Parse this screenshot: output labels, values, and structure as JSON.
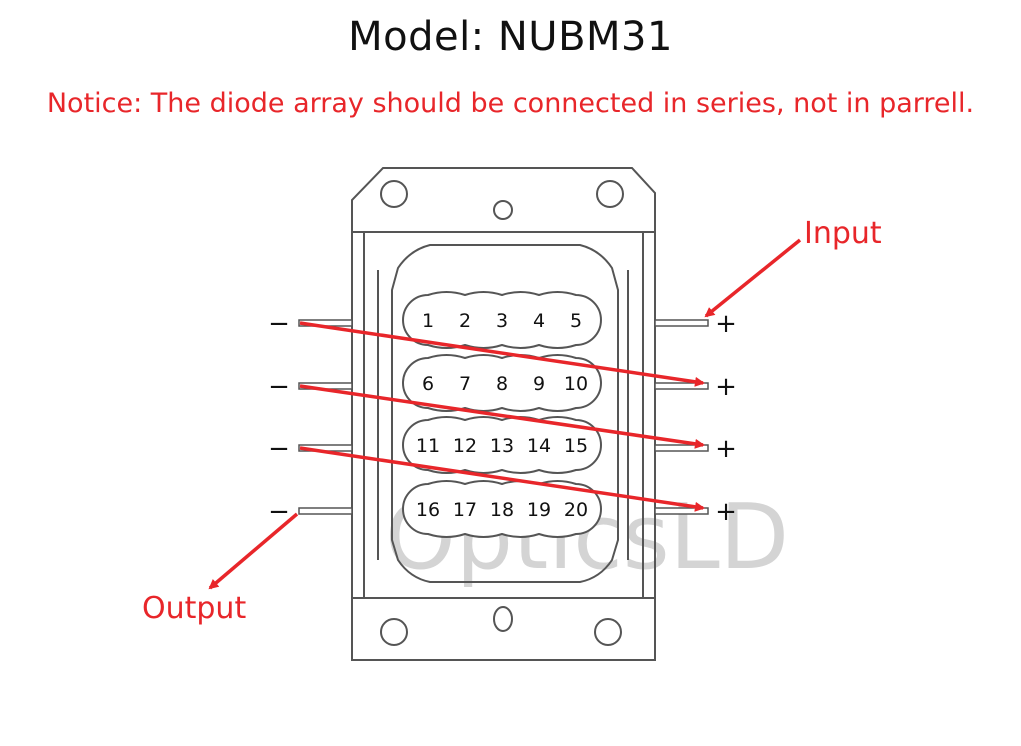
{
  "title": "Model: NUBM31",
  "notice": "Notice: The diode array should be connected in series, not in parrell.",
  "watermark": "OpticsLD",
  "labels": {
    "input": "Input",
    "output": "Output"
  },
  "terminals": {
    "negative": "−",
    "positive": "+"
  },
  "rows": [
    [
      "1",
      "2",
      "3",
      "4",
      "5"
    ],
    [
      "6",
      "7",
      "8",
      "9",
      "10"
    ],
    [
      "11",
      "12",
      "13",
      "14",
      "15"
    ],
    [
      "16",
      "17",
      "18",
      "19",
      "20"
    ]
  ],
  "colors": {
    "arrow": "#e8262a",
    "outline": "#555555",
    "text": "#111111",
    "watermark": "#d4d4d4"
  }
}
